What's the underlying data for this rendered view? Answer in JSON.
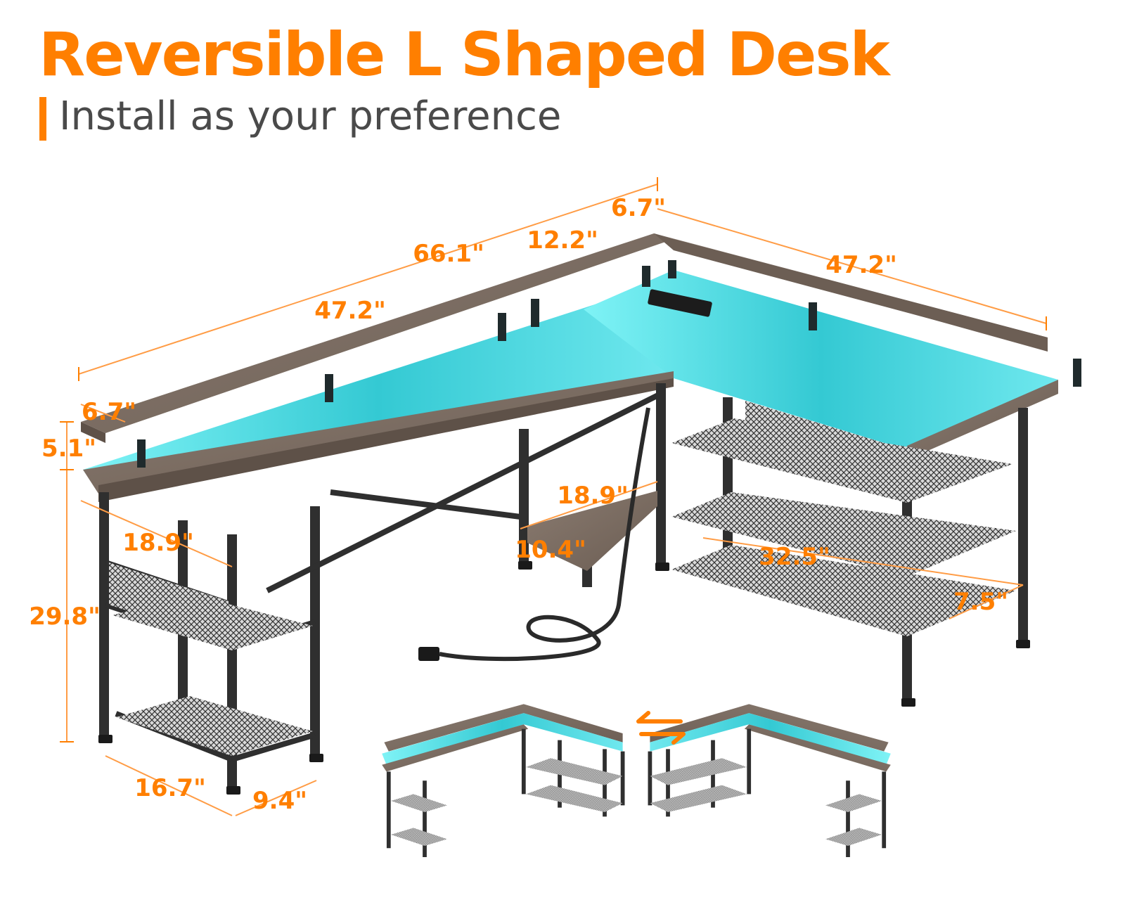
{
  "header": {
    "title": "Reversible L Shaped Desk",
    "subtitle": "Install as your preference"
  },
  "dimensions": {
    "total_width": "66.1\"",
    "left_top_length": "47.2\"",
    "right_top_length": "47.2\"",
    "corner_width": "12.2\"",
    "back_depth": "6.7\"",
    "shelf_depth": "6.7\"",
    "shelf_height": "5.1\"",
    "desk_height": "29.8\"",
    "knee_clearance": "18.9\"",
    "inner_shelf_depth": "18.9\"",
    "inner_shelf_width": "10.4\"",
    "storage_width": "32.5\"",
    "storage_depth": "7.5\"",
    "side_depth": "16.7\"",
    "side_width": "9.4\""
  },
  "colors": {
    "accent": "#ff7f00",
    "wood": "#7d6e63",
    "frame": "#2f2f2f",
    "led": "#5fe0e6"
  },
  "icons": {
    "swap": "swap-arrows-icon"
  }
}
